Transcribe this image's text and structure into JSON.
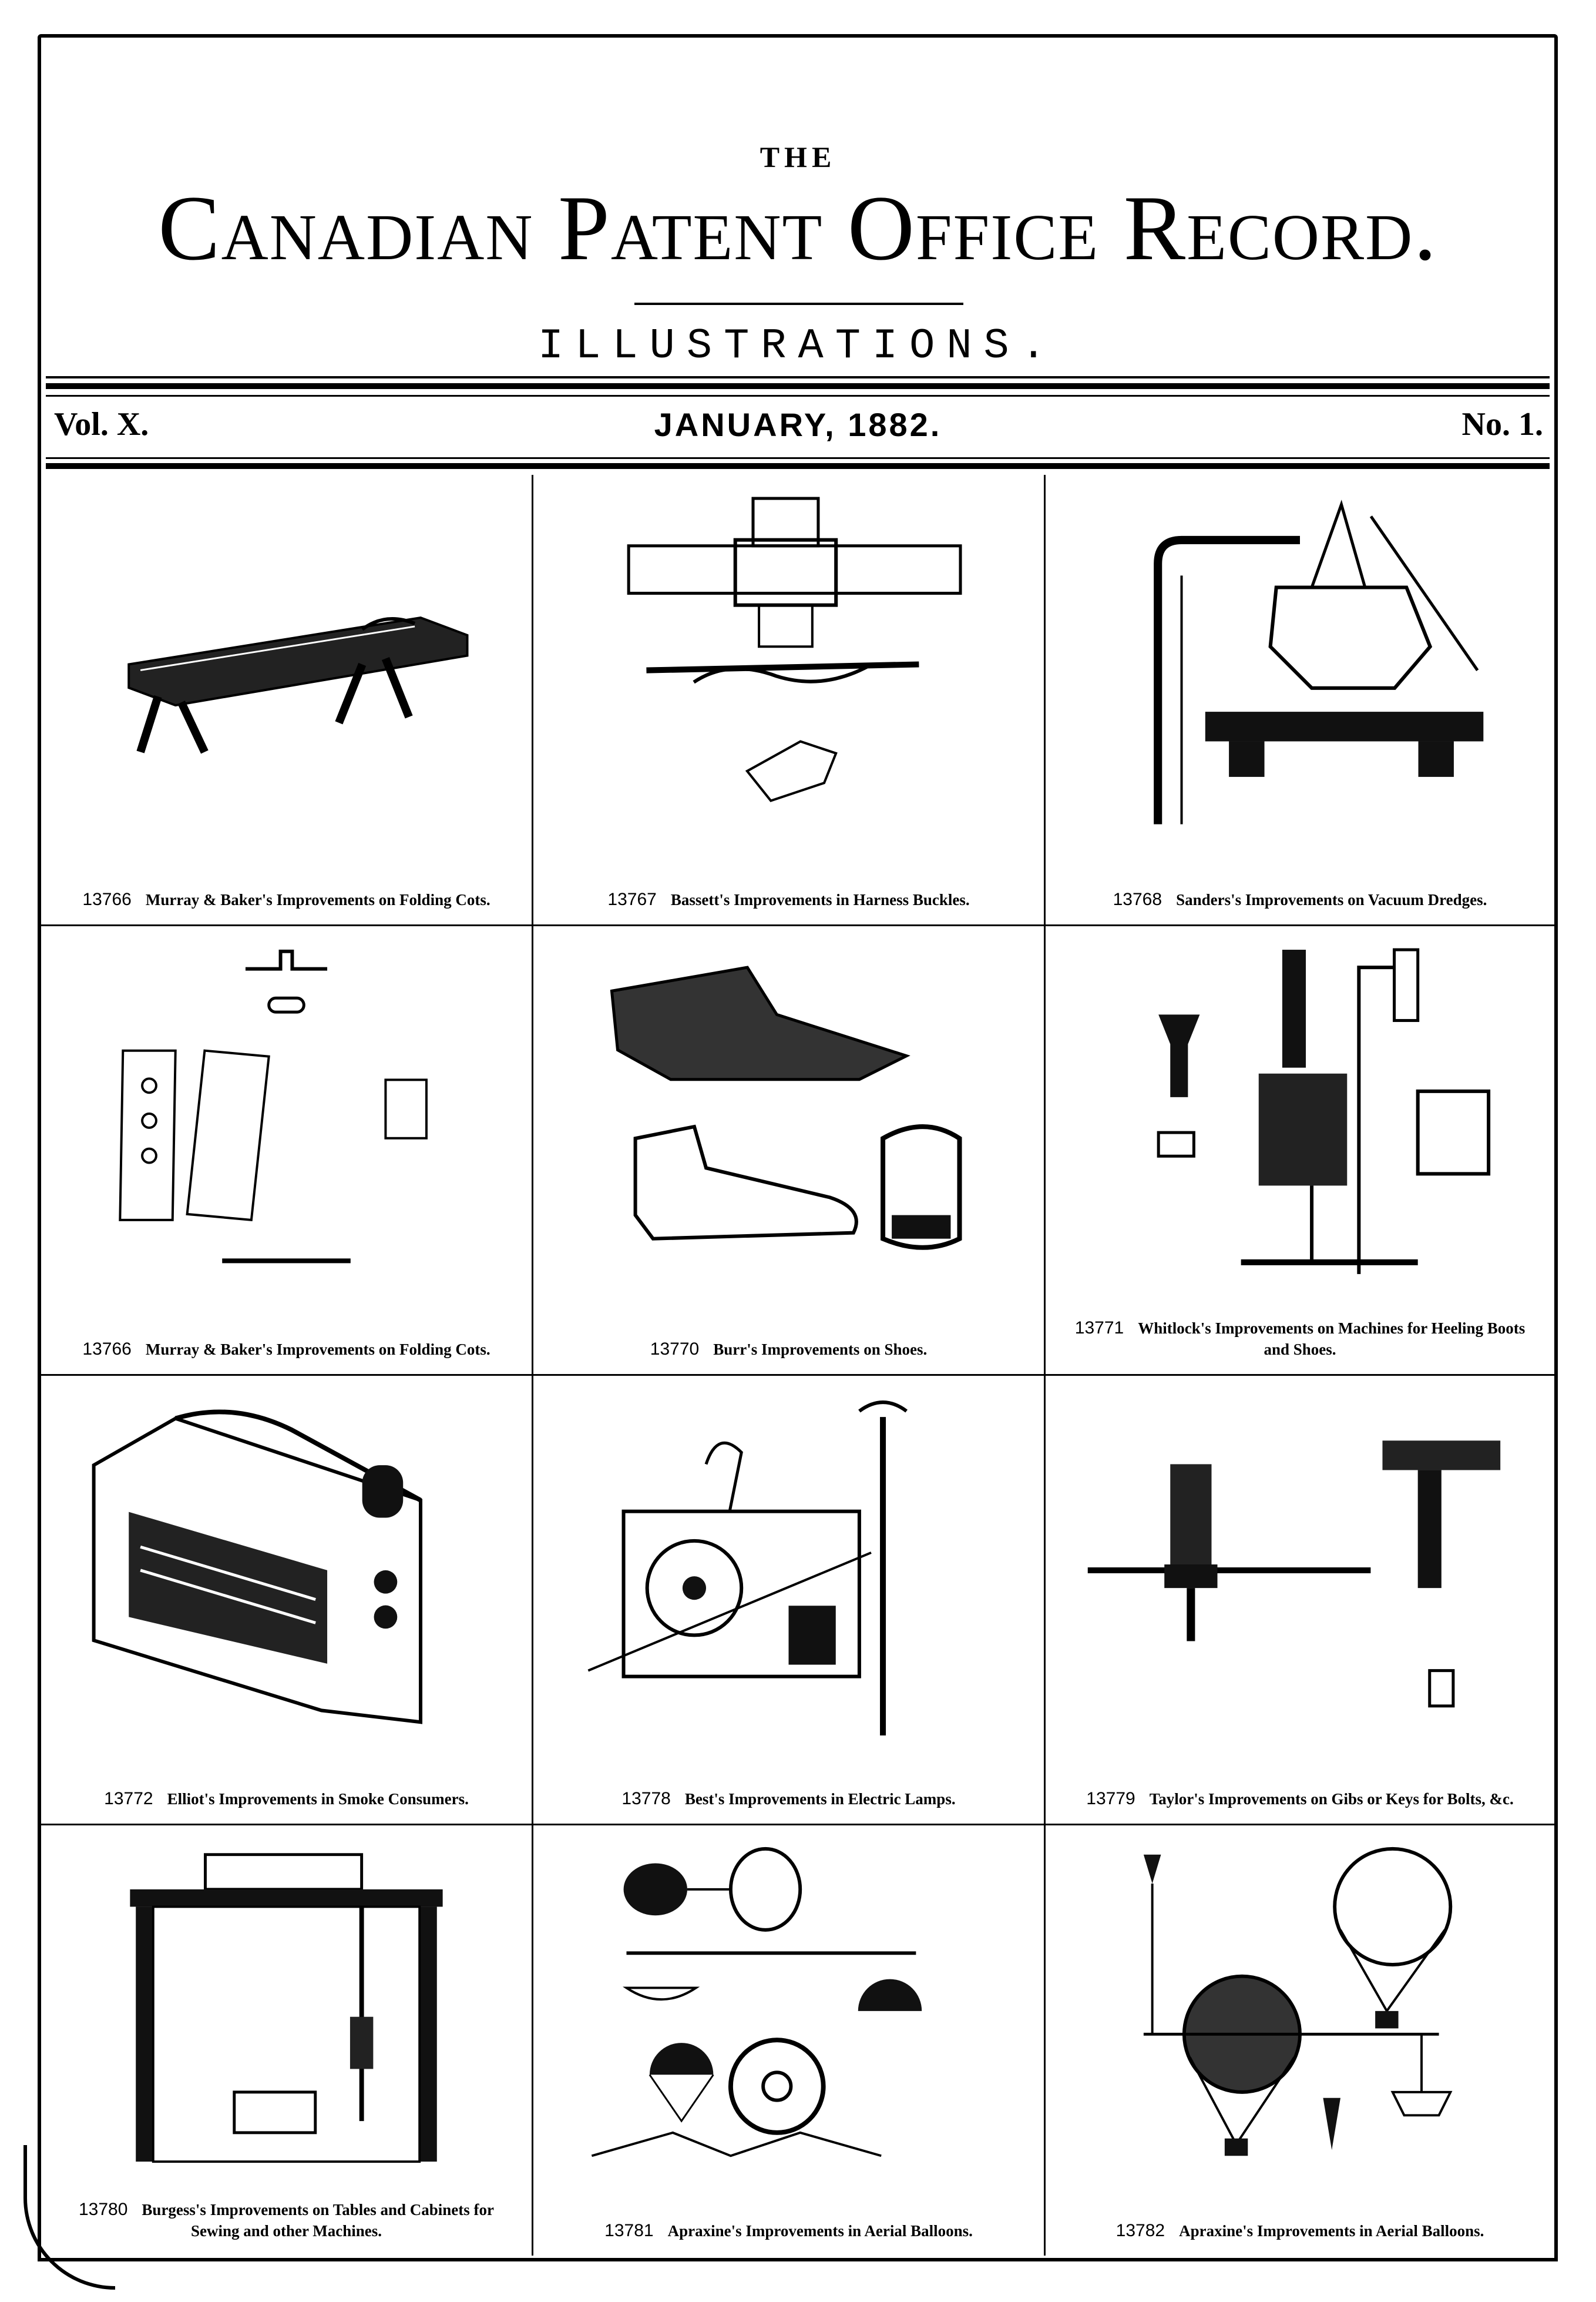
{
  "header": {
    "the": "THE",
    "title": "Canadian Patent Office Record.",
    "subtitle": "ILLUSTRATIONS.",
    "volume": "Vol. X.",
    "date": "JANUARY, 1882.",
    "number": "No. 1."
  },
  "figures": [
    {
      "patent_no": "13766",
      "caption": "Murray & Baker's Improvements on Folding Cots.",
      "icon": "folding-cot-illustration"
    },
    {
      "patent_no": "13767",
      "caption": "Bassett's Improvements in Harness Buckles.",
      "icon": "harness-buckle-illustration"
    },
    {
      "patent_no": "13768",
      "caption": "Sanders's Improvements on Vacuum Dredges.",
      "icon": "vacuum-dredge-illustration"
    },
    {
      "patent_no": "13766",
      "caption": "Murray & Baker's Improvements on Folding Cots.",
      "icon": "folding-cot-parts-illustration"
    },
    {
      "patent_no": "13770",
      "caption": "Burr's Improvements on Shoes.",
      "icon": "shoe-illustration"
    },
    {
      "patent_no": "13771",
      "caption": "Whitlock's Improvements on Machines for Heeling Boots and Shoes.",
      "icon": "heeling-machine-illustration"
    },
    {
      "patent_no": "13772",
      "caption": "Elliot's Improvements in Smoke Consumers.",
      "icon": "smoke-consumer-illustration"
    },
    {
      "patent_no": "13778",
      "caption": "Best's Improvements in Electric Lamps.",
      "icon": "electric-lamp-illustration"
    },
    {
      "patent_no": "13779",
      "caption": "Taylor's Improvements on Gibs or Keys for Bolts, &c.",
      "icon": "gib-key-illustration"
    },
    {
      "patent_no": "13780",
      "caption": "Burgess's Improvements on Tables and Cabinets for Sewing and other Machines.",
      "icon": "sewing-table-illustration"
    },
    {
      "patent_no": "13781",
      "caption": "Apraxine's Improvements in Aerial Balloons.",
      "icon": "aerial-balloon-parts-illustration"
    },
    {
      "patent_no": "13782",
      "caption": "Apraxine's Improvements in Aerial Balloons.",
      "icon": "aerial-balloons-illustration"
    }
  ]
}
